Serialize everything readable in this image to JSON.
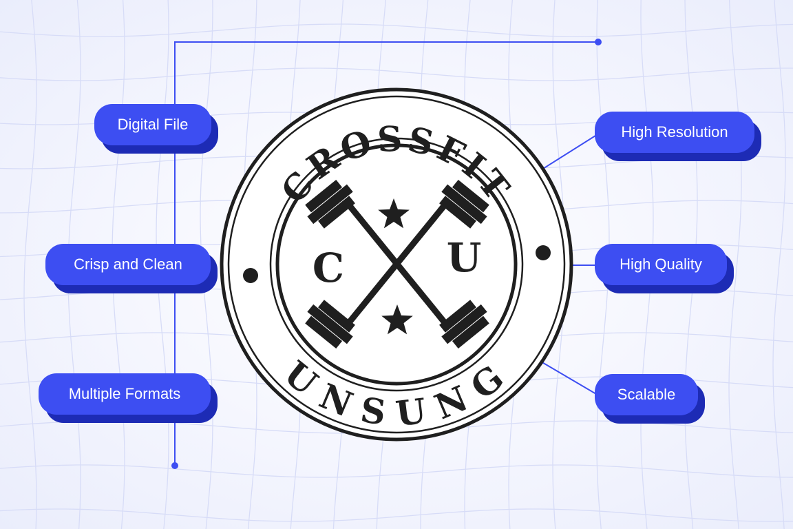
{
  "colors": {
    "accent": "#3d4ef2",
    "accent_shadow": "#1d2bb5",
    "emblem": "#1f1f1f",
    "background": "#f4f6fe"
  },
  "emblem": {
    "top_text": "CROSSFIT",
    "bottom_text": "UNSUNG",
    "left_letter": "C",
    "right_letter": "U",
    "icons": [
      "crossed-barbells-icon",
      "star-icon",
      "star-icon"
    ]
  },
  "features": {
    "left": [
      "Digital File",
      "Crisp and Clean",
      "Multiple Formats"
    ],
    "right": [
      "High Resolution",
      "High Quality",
      "Scalable"
    ]
  }
}
